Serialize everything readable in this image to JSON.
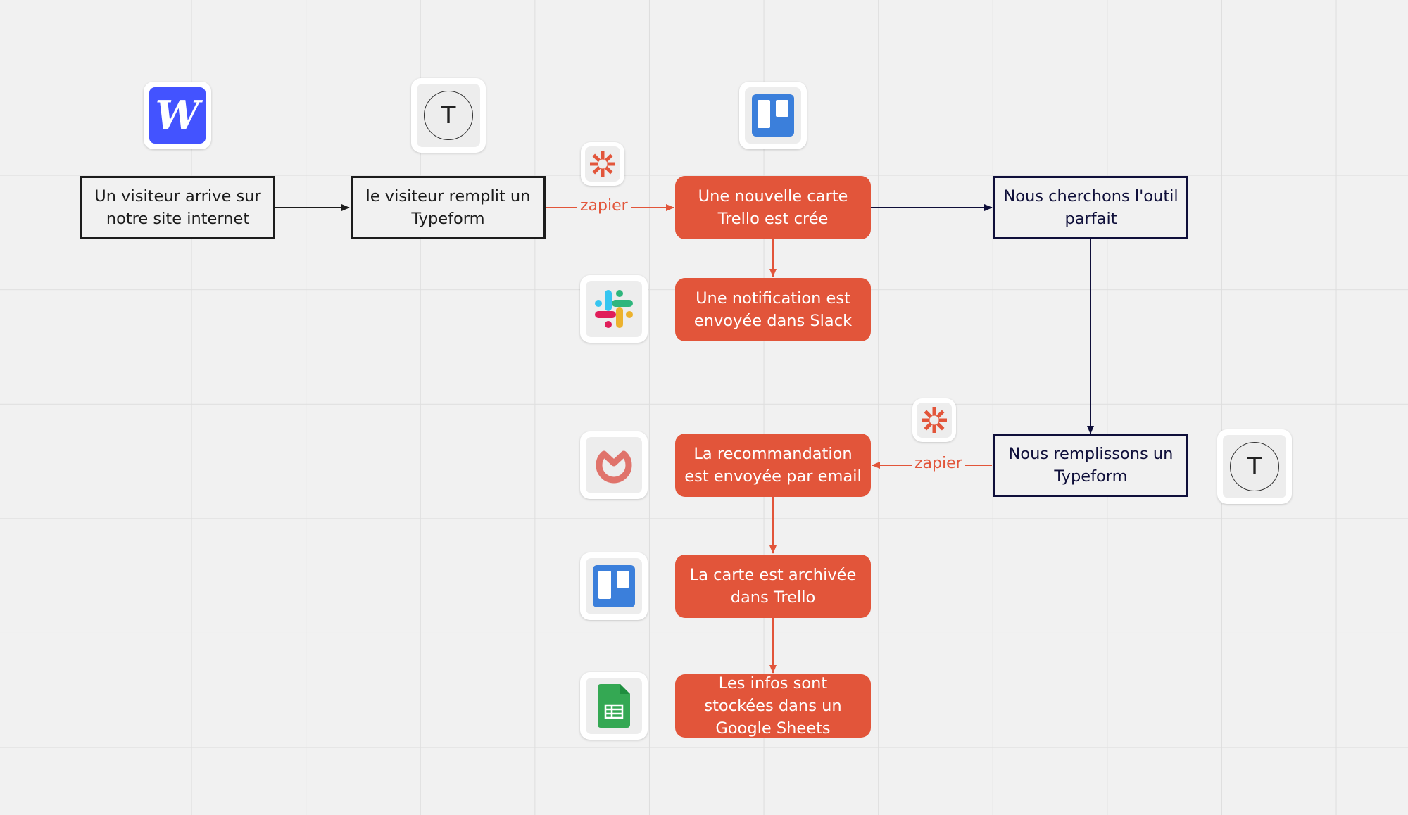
{
  "colors": {
    "accent": "#e2553a",
    "black_border": "#1c1c1c",
    "navy_border": "#0f0f3a",
    "webflow_blue": "#4353ff",
    "trello_blue": "#3b7fdb",
    "sheets_green": "#34a853"
  },
  "nodes": {
    "visitor_arrives": "Un visiteur arrive sur notre site internet",
    "visitor_fills": "le visiteur remplit un Typeform",
    "trello_card_created": "Une nouvelle carte Trello est crée",
    "find_tool": "Nous cherchons l'outil parfait",
    "slack_notification": "Une notification est envoyée dans Slack",
    "we_fill_typeform": "Nous remplissons un Typeform",
    "recommendation_email": "La recommandation est envoyée par email",
    "card_archived": "La carte est archivée dans Trello",
    "info_stored": "Les infos sont stockées dans un Google Sheets"
  },
  "edge_labels": {
    "zapier_top": "zapier",
    "zapier_bottom": "zapier"
  },
  "icons": {
    "webflow_letter": "W",
    "typeform_letter": "T",
    "names": [
      "webflow-icon",
      "typeform-icon",
      "trello-icon",
      "zapier-icon",
      "slack-icon",
      "reply-icon",
      "google-sheets-icon"
    ]
  }
}
